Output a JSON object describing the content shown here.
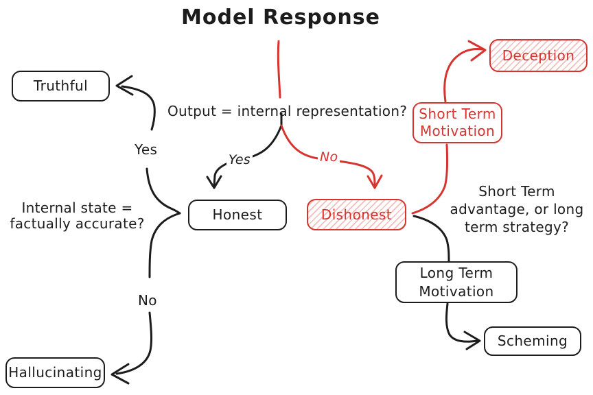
{
  "colors": {
    "ink": "#1c1c1c",
    "accent_red": "#d5342f",
    "bg": "#ffffff"
  },
  "title": "Model Response",
  "questions": {
    "output_vs_internal": "Output = internal representation?",
    "internal_state": "Internal state =\nfactually accurate?",
    "short_vs_long": "Short Term\nadvantage, or long\nterm strategy?"
  },
  "edge_labels": {
    "yes_to_truthful": "Yes",
    "no_to_hallucinating": "No",
    "yes_to_honest": "Yes",
    "no_to_dishonest": "No"
  },
  "nodes": {
    "truthful": "Truthful",
    "honest": "Honest",
    "dishonest": "Dishonest",
    "deception": "Deception",
    "short_term_motivation": "Short Term\nMotivation",
    "long_term_motivation": "Long Term\nMotivation",
    "scheming": "Scheming",
    "hallucinating": "Hallucinating"
  }
}
